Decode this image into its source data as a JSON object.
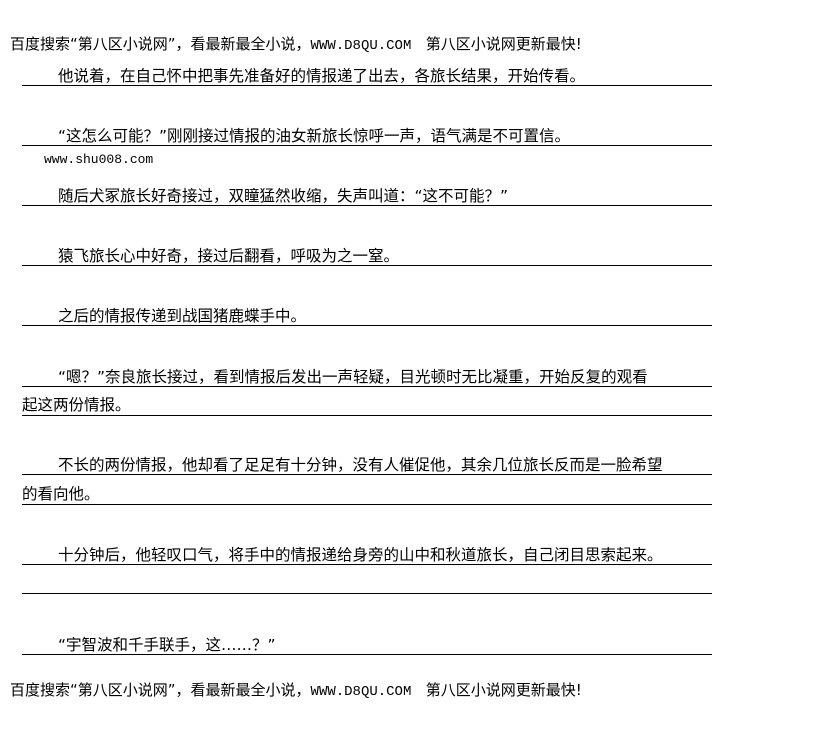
{
  "header": {
    "text": "百度搜索“第八区小说网”，看最新最全小说，",
    "url": "WWW.D8QU.COM",
    "tail": "第八区小说网更新最快!"
  },
  "footer": {
    "text": "百度搜索“第八区小说网”，看最新最全小说，",
    "url": "WWW.D8QU.COM",
    "tail": "第八区小说网更新最快!"
  },
  "watermark": "www.shu008.com",
  "lines": [
    "他说着，在自己怀中把事先准备好的情报递了出去，各旅长结果，开始传看。",
    "“这怎么可能？”刚刚接过情报的油女新旅长惊呼一声，语气满是不可置信。",
    "随后犬冢旅长好奇接过，双瞳猛然收缩，失声叫道：“这不可能？”",
    "猿飞旅长心中好奇，接过后翻看，呼吸为之一窒。",
    "之后的情报传递到战国猪鹿蝶手中。",
    "“嗯？”奈良旅长接过，看到情报后发出一声轻疑，目光顿时无比凝重，开始反复的观看",
    "起这两份情报。",
    "不长的两份情报，他却看了足足有十分钟，没有人催促他，其余几位旅长反而是一脸希望",
    "的看向他。",
    "十分钟后，他轻叹口气，将手中的情报递给身旁的山中和秋道旅长，自己闭目思索起来。",
    "",
    "“宇智波和千手联手，这……？”"
  ]
}
